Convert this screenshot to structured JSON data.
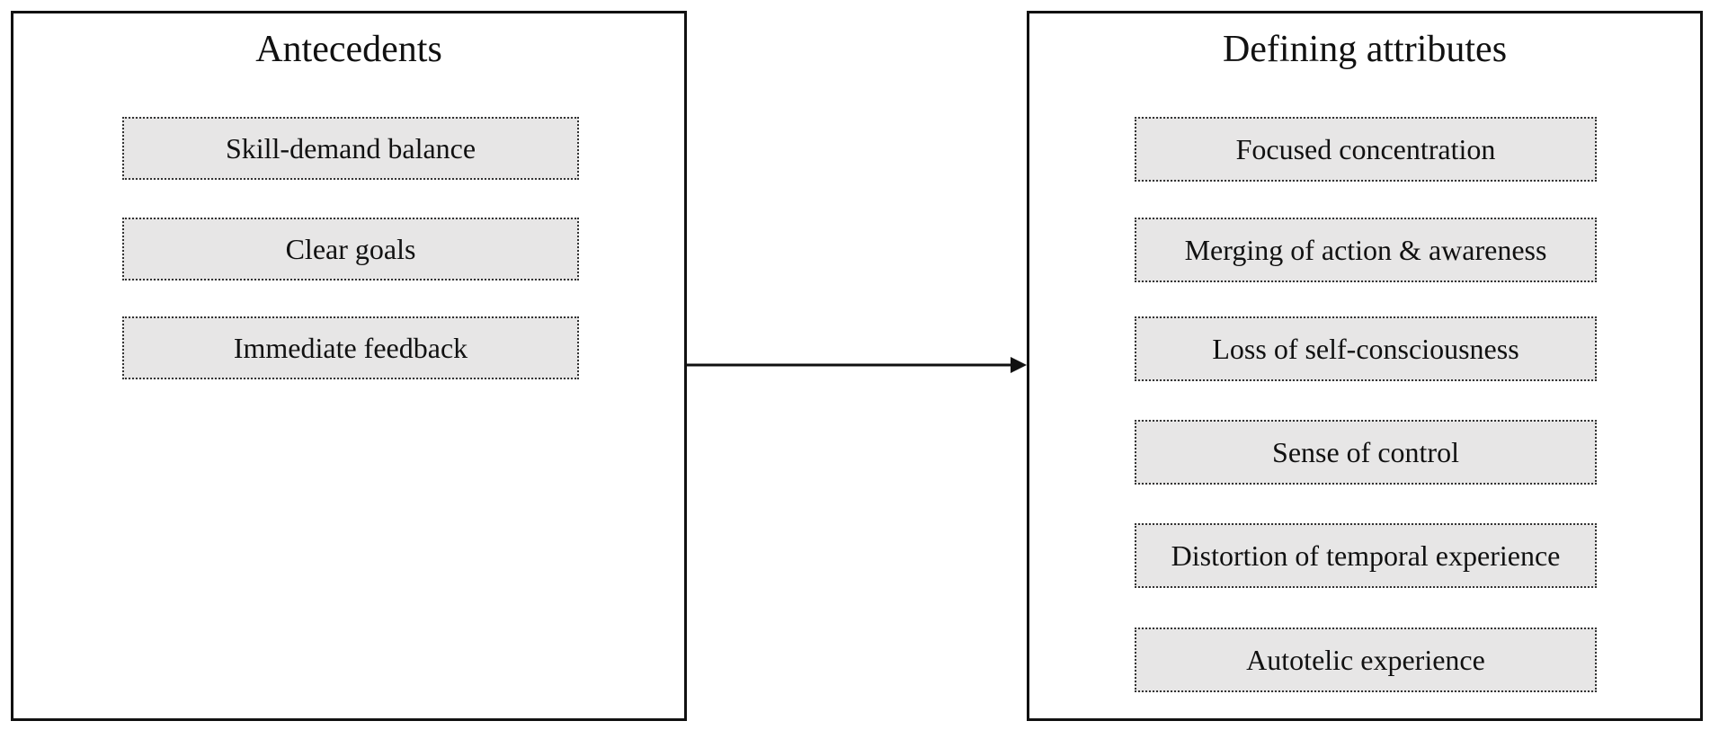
{
  "antecedents": {
    "title": "Antecedents",
    "items": [
      "Skill-demand balance",
      "Clear goals",
      "Immediate feedback"
    ]
  },
  "defining_attributes": {
    "title": "Defining attributes",
    "items": [
      "Focused concentration",
      "Merging of action & awareness",
      "Loss of self-consciousness",
      "Sense of control",
      "Distortion of temporal experience",
      "Autotelic experience"
    ]
  },
  "colors": {
    "border": "#111111",
    "box_fill": "#e7e6e6",
    "arrow": "#111111"
  },
  "icons": {
    "connector": "right-arrow"
  }
}
